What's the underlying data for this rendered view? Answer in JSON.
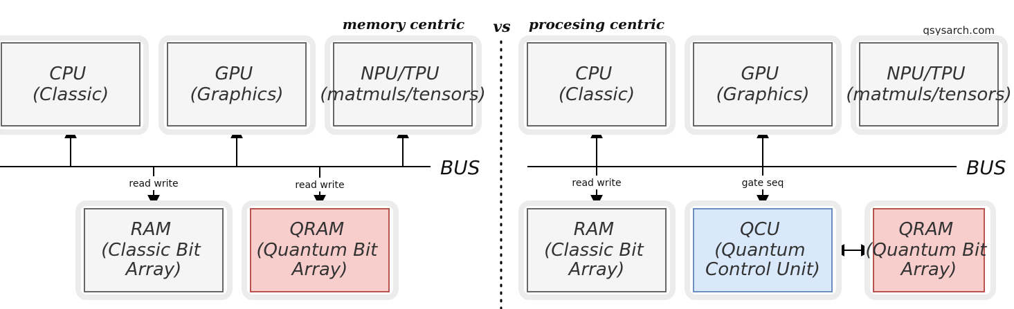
{
  "left_panel": {
    "heading": "memory centric",
    "boxes": {
      "cpu": [
        "CPU",
        "(Classic)"
      ],
      "gpu": [
        "GPU",
        "(Graphics)"
      ],
      "npu": [
        "NPU/TPU",
        "(matmuls/tensors)"
      ],
      "ram": [
        "RAM",
        "(Classic Bit",
        "Array)"
      ],
      "qram": [
        "QRAM",
        "(Quantum Bit",
        "Array)"
      ]
    },
    "bus_label": "BUS",
    "edge_labels": {
      "ram": "read write",
      "qram": "read write"
    }
  },
  "right_panel": {
    "heading": "procesing centric",
    "boxes": {
      "cpu": [
        "CPU",
        "(Classic)"
      ],
      "gpu": [
        "GPU",
        "(Graphics)"
      ],
      "npu": [
        "NPU/TPU",
        "(matmuls/tensors)"
      ],
      "ram": [
        "RAM",
        "(Classic Bit",
        "Array)"
      ],
      "qcu": [
        "QCU",
        "(Quantum",
        "Control Unit)"
      ],
      "qram": [
        "QRAM",
        "(Quantum Bit",
        "Array)"
      ]
    },
    "bus_label": "BUS",
    "edge_labels": {
      "ram": "read write",
      "qcu": "gate seq"
    }
  },
  "vs_label": "vs",
  "site_label": "qsysarch.com",
  "colors": {
    "gray_fill": "#f5f5f5",
    "gray_stroke": "#666666",
    "red_fill": "#f8cecc",
    "red_stroke": "#b85450",
    "blue_fill": "#dae8fc",
    "blue_stroke": "#6c8ebf"
  }
}
